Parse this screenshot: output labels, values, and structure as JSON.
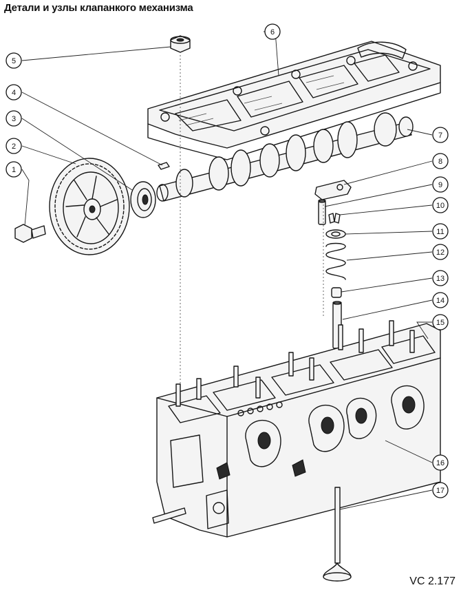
{
  "title": "Детали и узлы клапанкого механизма",
  "figure_code": "VC 2.177",
  "callouts": [
    {
      "n": "1"
    },
    {
      "n": "2"
    },
    {
      "n": "3"
    },
    {
      "n": "4"
    },
    {
      "n": "5"
    },
    {
      "n": "6"
    },
    {
      "n": "7"
    },
    {
      "n": "8"
    },
    {
      "n": "9"
    },
    {
      "n": "10"
    },
    {
      "n": "11"
    },
    {
      "n": "12"
    },
    {
      "n": "13"
    },
    {
      "n": "14"
    },
    {
      "n": "15"
    },
    {
      "n": "16"
    },
    {
      "n": "17"
    }
  ]
}
